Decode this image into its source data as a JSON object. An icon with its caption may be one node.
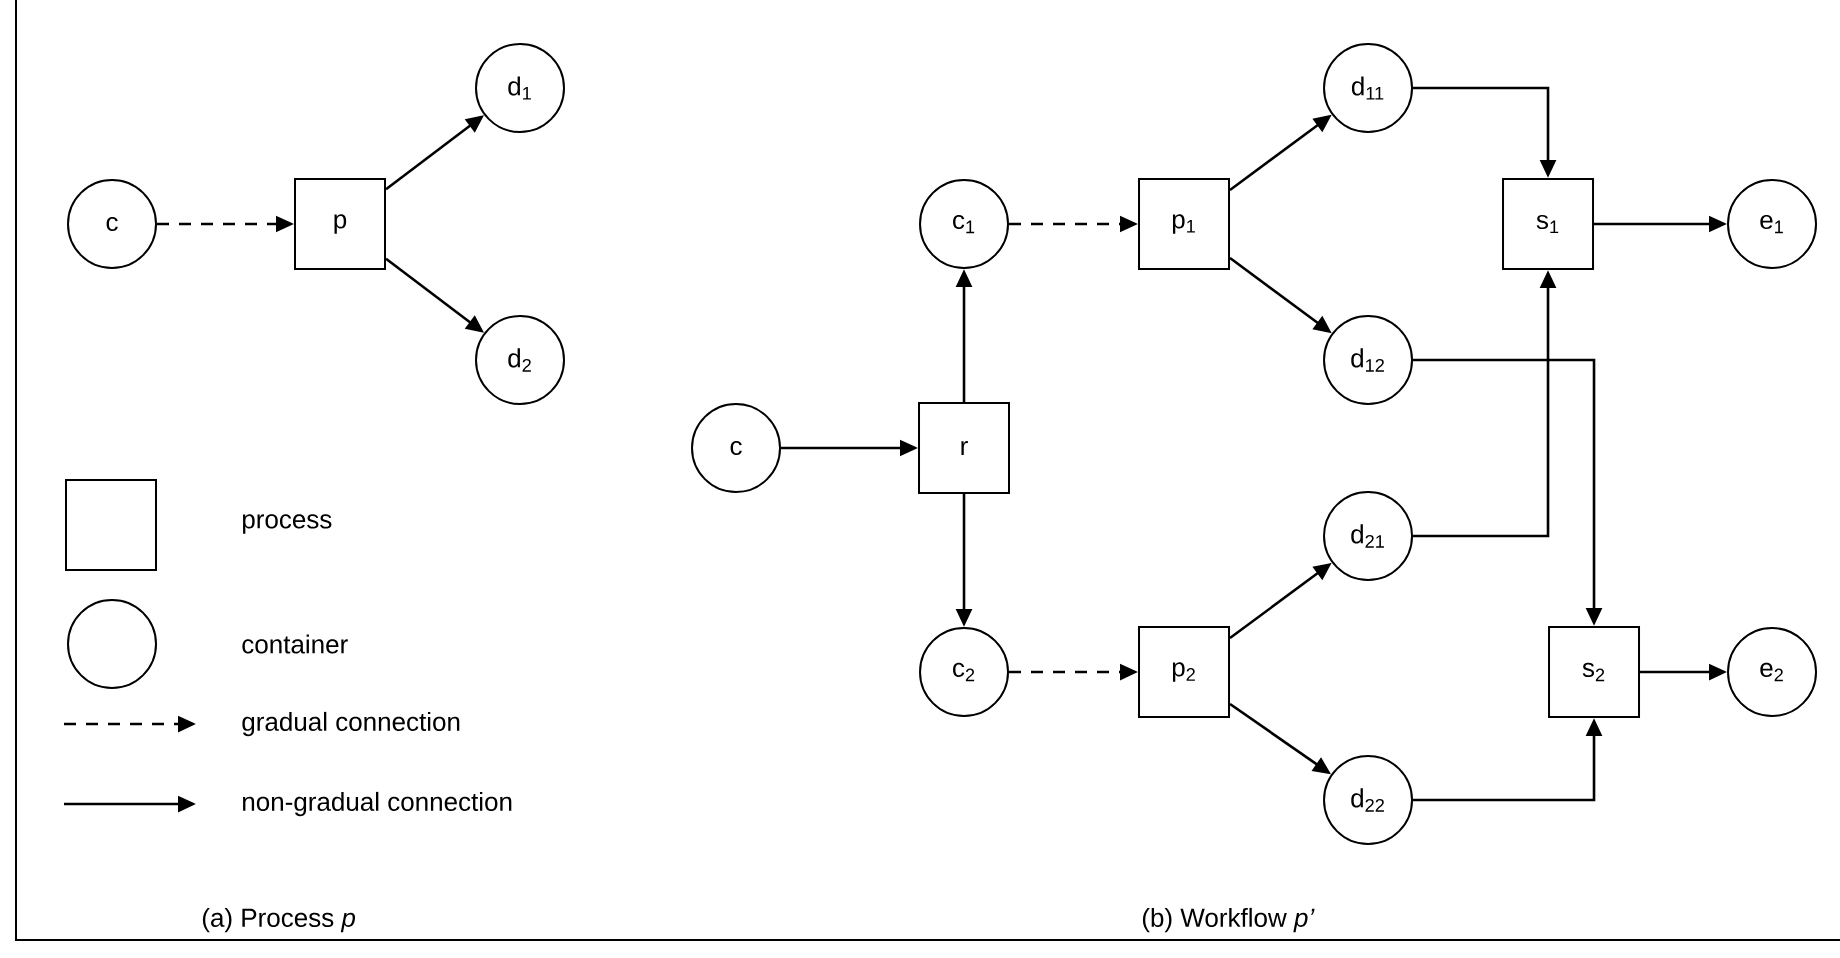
{
  "diagram": {
    "nodes": [
      {
        "text": [
          "c"
        ]
      },
      {
        "text": [
          "p"
        ]
      },
      {
        "text": [
          "d$_{1}$"
        ]
      },
      {
        "text": [
          "d$_{2}$"
        ]
      },
      {
        "text": [
          "c"
        ]
      },
      {
        "text": [
          "r"
        ]
      },
      {
        "text": [
          "c$_{1}$"
        ]
      },
      {
        "text": [
          "c$_{2}$"
        ]
      },
      {
        "text": [
          "p$_{1}$"
        ]
      },
      {
        "text": [
          "p$_{2}$"
        ]
      },
      {
        "text": [
          "d$_{11}$"
        ]
      },
      {
        "text": [
          "d$_{12}$"
        ]
      },
      {
        "text": [
          "d$_{21}$"
        ]
      },
      {
        "text": [
          "d$_{22}$"
        ]
      },
      {
        "text": [
          "s$_{1}$"
        ]
      },
      {
        "text": [
          "s$_{2}$"
        ]
      },
      {
        "text": [
          "e$_{1}$"
        ]
      },
      {
        "text": [
          "e$_{2}$"
        ]
      }
    ],
    "edges": [
      {
        "from": 0,
        "to": 1,
        "arrow": "to",
        "style": "dashed"
      },
      {
        "from": 1,
        "to": 2,
        "arrow": "to"
      },
      {
        "from": 1,
        "to": 3,
        "arrow": "to"
      },
      {
        "from": 4,
        "to": 5,
        "arrow": "to"
      },
      {
        "from": 5,
        "to": 6,
        "arrow": "to"
      },
      {
        "from": 5,
        "to": 7,
        "arrow": "to"
      },
      {
        "from": 6,
        "to": 8,
        "arrow": "to",
        "style": "dashed"
      },
      {
        "from": 7,
        "to": 9,
        "arrow": "to",
        "style": "dashed"
      },
      {
        "from": 8,
        "to": 10,
        "arrow": "to"
      },
      {
        "from": 8,
        "to": 11,
        "arrow": "to"
      },
      {
        "from": 9,
        "to": 12,
        "arrow": "to"
      },
      {
        "from": 9,
        "to": 13,
        "arrow": "to"
      },
      {
        "from": 10,
        "to": 14,
        "arrow": "to"
      },
      {
        "from": 11,
        "to": 15,
        "arrow": "to"
      },
      {
        "from": 12,
        "to": 14,
        "arrow": "to"
      },
      {
        "from": 13,
        "to": 15,
        "arrow": "to"
      },
      {
        "from": 14,
        "to": 16,
        "arrow": "to"
      },
      {
        "from": 15,
        "to": 17,
        "arrow": "to"
      }
    ],
    "labels": [
      "(a) Process *p*",
      "(b) Workflow *p’*"
    ],
    "legend": [
      {
        "text": "process"
      },
      {
        "text": "container"
      },
      {
        "text": "gradual connection"
      },
      {
        "text": "non-gradual connection"
      }
    ]
  }
}
